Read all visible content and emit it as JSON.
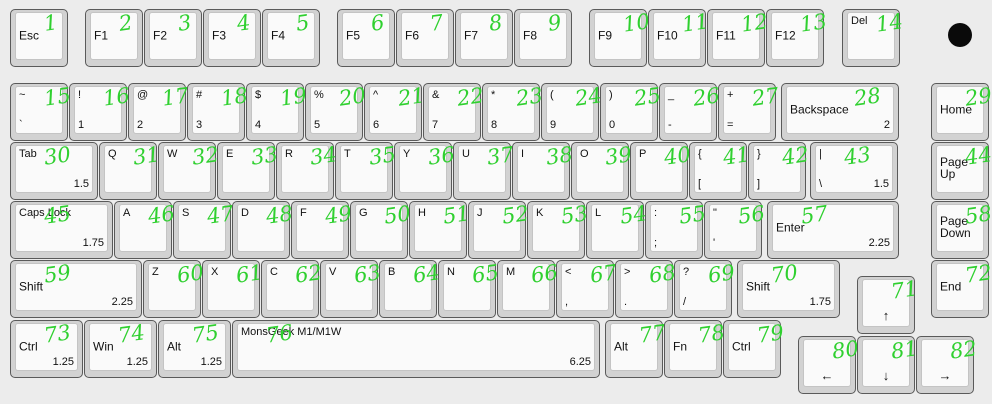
{
  "layout_name": "MonsGeek M1/M1W",
  "colors": {
    "key_base": "#d2d2d2",
    "key_top": "#fafafa",
    "outline": "#5a5a5a",
    "annotation": "#2fd02f",
    "background": "#ececec",
    "knob": "#0a0a0a"
  },
  "knob": {
    "icon": "rotary-knob-icon"
  },
  "keys": [
    {
      "id": "esc",
      "ml": "Esc",
      "num": "1"
    },
    {
      "id": "f1",
      "ml": "F1",
      "num": "2"
    },
    {
      "id": "f2",
      "ml": "F2",
      "num": "3"
    },
    {
      "id": "f3",
      "ml": "F3",
      "num": "4"
    },
    {
      "id": "f4",
      "ml": "F4",
      "num": "5"
    },
    {
      "id": "f5",
      "ml": "F5",
      "num": "6"
    },
    {
      "id": "f6",
      "ml": "F6",
      "num": "7"
    },
    {
      "id": "f7",
      "ml": "F7",
      "num": "8"
    },
    {
      "id": "f8",
      "ml": "F8",
      "num": "9"
    },
    {
      "id": "f9",
      "ml": "F9",
      "num": "10"
    },
    {
      "id": "f10",
      "ml": "F10",
      "num": "11"
    },
    {
      "id": "f11",
      "ml": "F11",
      "num": "12"
    },
    {
      "id": "f12",
      "ml": "F12",
      "num": "13"
    },
    {
      "id": "del",
      "tl": "Del",
      "num": "14"
    },
    {
      "id": "grave",
      "tl": "~",
      "bl": "`",
      "num": "15"
    },
    {
      "id": "1",
      "tl": "!",
      "bl": "1",
      "num": "16"
    },
    {
      "id": "2",
      "tl": "@",
      "bl": "2",
      "num": "17"
    },
    {
      "id": "3",
      "tl": "#",
      "bl": "3",
      "num": "18"
    },
    {
      "id": "4",
      "tl": "$",
      "bl": "4",
      "num": "19"
    },
    {
      "id": "5",
      "tl": "%",
      "bl": "5",
      "num": "20"
    },
    {
      "id": "6",
      "tl": "^",
      "bl": "6",
      "num": "21"
    },
    {
      "id": "7",
      "tl": "&",
      "bl": "7",
      "num": "22"
    },
    {
      "id": "8",
      "tl": "*",
      "bl": "8",
      "num": "23"
    },
    {
      "id": "9",
      "tl": "(",
      "bl": "9",
      "num": "24"
    },
    {
      "id": "0",
      "tl": ")",
      "bl": "0",
      "num": "25"
    },
    {
      "id": "minus",
      "tl": "_",
      "bl": "-",
      "num": "26"
    },
    {
      "id": "equal",
      "tl": "+",
      "bl": "=",
      "num": "27"
    },
    {
      "id": "backspace",
      "ml": "Backspace",
      "br": "2",
      "num": "28"
    },
    {
      "id": "home",
      "ml": "Home",
      "num": "29"
    },
    {
      "id": "tab",
      "tl": "Tab",
      "br": "1.5",
      "num": "30"
    },
    {
      "id": "q",
      "tl": "Q",
      "num": "31"
    },
    {
      "id": "w",
      "tl": "W",
      "num": "32"
    },
    {
      "id": "e",
      "tl": "E",
      "num": "33"
    },
    {
      "id": "r",
      "tl": "R",
      "num": "34"
    },
    {
      "id": "t",
      "tl": "T",
      "num": "35"
    },
    {
      "id": "y",
      "tl": "Y",
      "num": "36"
    },
    {
      "id": "u",
      "tl": "U",
      "num": "37"
    },
    {
      "id": "i",
      "tl": "I",
      "num": "38"
    },
    {
      "id": "o",
      "tl": "O",
      "num": "39"
    },
    {
      "id": "p",
      "tl": "P",
      "num": "40"
    },
    {
      "id": "lbracket",
      "tl": "{",
      "bl": "[",
      "num": "41"
    },
    {
      "id": "rbracket",
      "tl": "}",
      "bl": "]",
      "num": "42"
    },
    {
      "id": "backslash",
      "tl": "|",
      "bl": "\\",
      "br": "1.5",
      "num": "43"
    },
    {
      "id": "pgup",
      "ml": "Page\nUp",
      "num": "44"
    },
    {
      "id": "caps",
      "tl": "Caps Lock",
      "br": "1.75",
      "num": "45"
    },
    {
      "id": "a",
      "tl": "A",
      "num": "46"
    },
    {
      "id": "s",
      "tl": "S",
      "num": "47"
    },
    {
      "id": "d",
      "tl": "D",
      "num": "48"
    },
    {
      "id": "f",
      "tl": "F",
      "num": "49"
    },
    {
      "id": "g",
      "tl": "G",
      "num": "50"
    },
    {
      "id": "h",
      "tl": "H",
      "num": "51"
    },
    {
      "id": "j",
      "tl": "J",
      "num": "52"
    },
    {
      "id": "k",
      "tl": "K",
      "num": "53"
    },
    {
      "id": "l",
      "tl": "L",
      "num": "54"
    },
    {
      "id": "semicolon",
      "tl": ":",
      "bl": ";",
      "num": "55"
    },
    {
      "id": "quote",
      "tl": "\"",
      "bl": "'",
      "num": "56"
    },
    {
      "id": "enter",
      "ml": "Enter",
      "br": "2.25",
      "num": "57"
    },
    {
      "id": "pgdn",
      "ml": "Page\nDown",
      "num": "58"
    },
    {
      "id": "lshift",
      "ml": "Shift",
      "br": "2.25",
      "num": "59"
    },
    {
      "id": "z",
      "tl": "Z",
      "num": "60"
    },
    {
      "id": "x",
      "tl": "X",
      "num": "61"
    },
    {
      "id": "c",
      "tl": "C",
      "num": "62"
    },
    {
      "id": "v",
      "tl": "V",
      "num": "63"
    },
    {
      "id": "b",
      "tl": "B",
      "num": "64"
    },
    {
      "id": "n",
      "tl": "N",
      "num": "65"
    },
    {
      "id": "m",
      "tl": "M",
      "num": "66"
    },
    {
      "id": "comma",
      "tl": "<",
      "bl": ",",
      "num": "67"
    },
    {
      "id": "period",
      "tl": ">",
      "bl": ".",
      "num": "68"
    },
    {
      "id": "slash",
      "tl": "?",
      "bl": "/",
      "num": "69"
    },
    {
      "id": "rshift",
      "ml": "Shift",
      "br": "1.75",
      "num": "70"
    },
    {
      "id": "up",
      "cc": "↑",
      "icon": "arrow-up-icon",
      "num": "71"
    },
    {
      "id": "end",
      "ml": "End",
      "num": "72"
    },
    {
      "id": "lctrl",
      "ml": "Ctrl",
      "br": "1.25",
      "num": "73"
    },
    {
      "id": "win",
      "ml": "Win",
      "br": "1.25",
      "num": "74"
    },
    {
      "id": "lalt",
      "ml": "Alt",
      "br": "1.25",
      "num": "75"
    },
    {
      "id": "space",
      "tl": "MonsGeek M1/M1W",
      "br": "6.25",
      "num": "76"
    },
    {
      "id": "ralt",
      "ml": "Alt",
      "num": "77"
    },
    {
      "id": "fn",
      "ml": "Fn",
      "num": "78"
    },
    {
      "id": "rctrl",
      "ml": "Ctrl",
      "num": "79"
    },
    {
      "id": "left",
      "cc": "←",
      "icon": "arrow-left-icon",
      "num": "80"
    },
    {
      "id": "down",
      "cc": "↓",
      "icon": "arrow-down-icon",
      "num": "81"
    },
    {
      "id": "right",
      "cc": "→",
      "icon": "arrow-right-icon",
      "num": "82"
    }
  ]
}
